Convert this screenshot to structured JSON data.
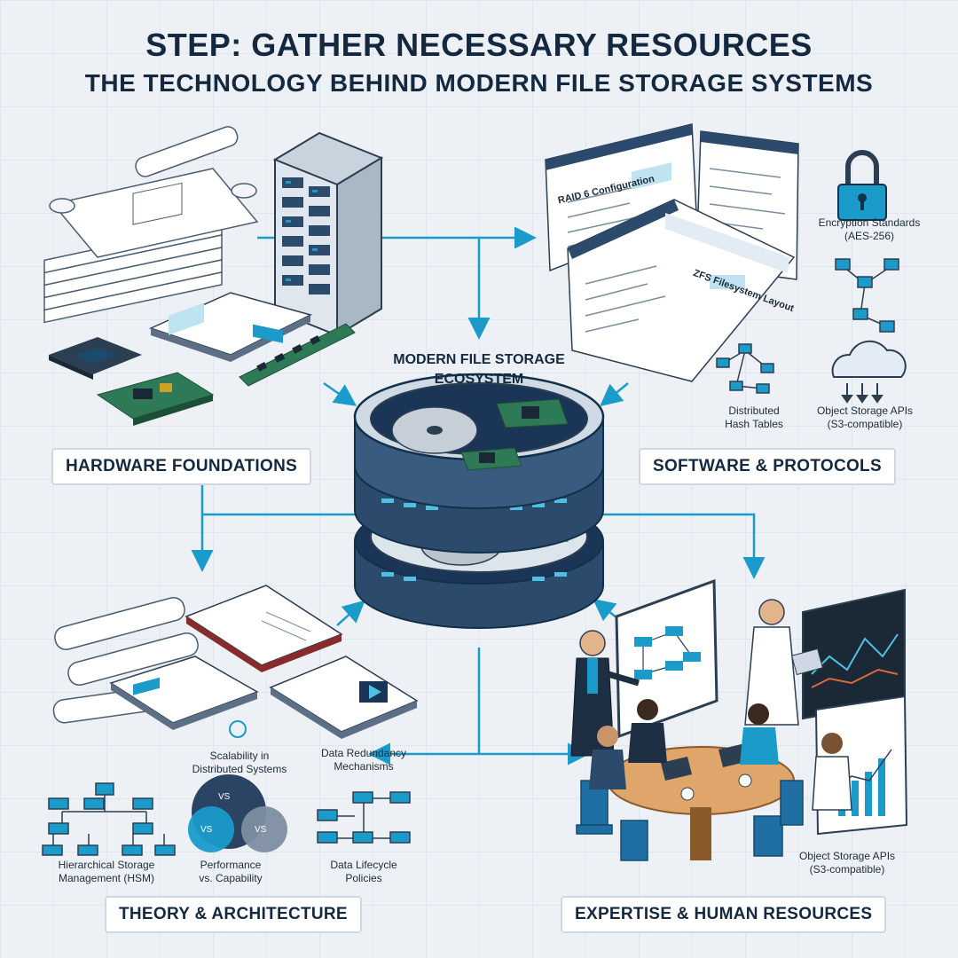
{
  "header": {
    "title": "STEP: GATHER NECESSARY RESOURCES",
    "subtitle": "THE TECHNOLOGY BEHIND MODERN FILE STORAGE SYSTEMS"
  },
  "center": {
    "line1": "MODERN FILE STORAGE",
    "line2": "ECOSYSTEM"
  },
  "sections": {
    "hardware": "HARDWARE FOUNDATIONS",
    "software": "SOFTWARE & PROTOCOLS",
    "theory": "THEORY & ARCHITECTURE",
    "expertise": "EXPERTISE & HUMAN RESOURCES"
  },
  "software_items": {
    "raid": "RAID 6 Configuration",
    "zfs": "ZFS Filesystem Layout",
    "encryption_l1": "Encryption Standards",
    "encryption_l2": "(AES-256)",
    "dht_l1": "Distributed",
    "dht_l2": "Hash Tables",
    "object_l1": "Object Storage APIs",
    "object_l2": "(S3-compatible)"
  },
  "theory_items": {
    "scal_l1": "Scalability in",
    "scal_l2": "Distributed Systems",
    "redund_l1": "Data Redundancy",
    "redund_l2": "Mechanisms",
    "hsm_l1": "Hierarchical Storage",
    "hsm_l2": "Management (HSM)",
    "perf_l1": "Performance",
    "perf_l2": "vs. Capability",
    "life_l1": "Data Lifecycle",
    "life_l2": "Policies",
    "vs": "VS"
  },
  "expertise_items": {
    "object_l1": "Object Storage APIs",
    "object_l2": "(S3-compatible)"
  },
  "colors": {
    "accent": "#1a9bc9",
    "navy": "#14293f",
    "server": "#2c4a6b"
  }
}
